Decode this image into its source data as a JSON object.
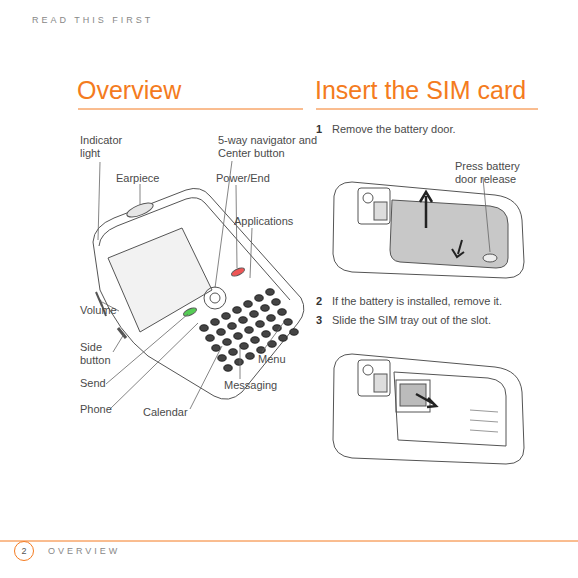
{
  "diagram": {
    "nodes": [
      {
        "text": [
          "2"
        ]
      }
    ],
    "labels": [
      "READ THIS FIRST",
      "Overview",
      "Insert the SIM card",
      "Indicator light",
      "5-way navigator and Center button",
      "Earpiece",
      "Power/End",
      "Applications",
      "Volume",
      "Side button",
      "Send",
      "Phone",
      "Calendar",
      "Messaging",
      "Menu",
      "1",
      "Remove the battery door.",
      "Press battery door release",
      "2",
      "If the battery is installed, remove it.",
      "3",
      "Slide the SIM tray out of the slot.",
      "OVERVIEW"
    ]
  }
}
